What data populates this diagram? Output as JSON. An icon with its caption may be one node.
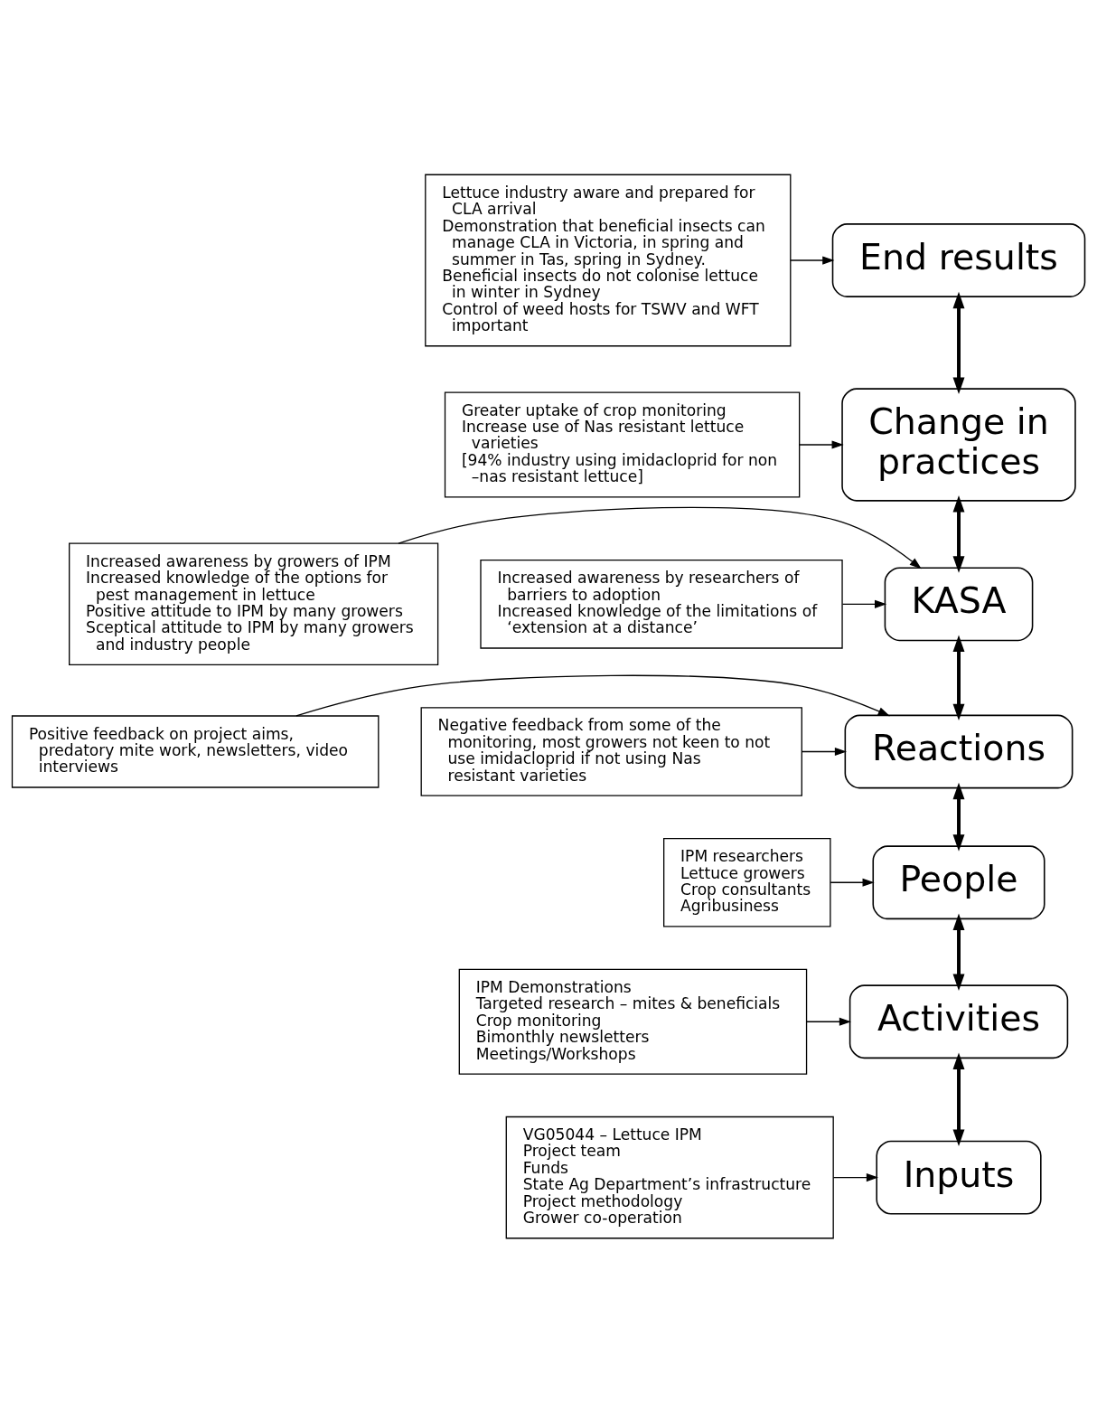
{
  "diagram": {
    "nodes": [
      {
        "text": [
          "Lettuce industry aware and prepared for CLA arrival",
          "Demonstration that beneficial insects can manage CLA in Victoria, in spring and summer in Tas, spring in Sydney.",
          "Beneficial insects do not colonise lettuce in winter in Sydney",
          "Control of weed hosts for TSWV and WFT important"
        ]
      },
      {
        "text": [
          "End results"
        ]
      },
      {
        "text": [
          "Greater uptake of crop monitoring",
          "Increase use of Nas resistant lettuce varieties",
          "[94% industry using imidacloprid for non –nas resistant lettuce]"
        ]
      },
      {
        "text": [
          "Change in practices"
        ]
      },
      {
        "text": [
          "Increased awareness by growers of IPM",
          "Increased knowledge of the options for pest management in lettuce",
          "Positive attitude to IPM by many growers",
          "Sceptical attitude to IPM by many growers and industry people"
        ]
      },
      {
        "text": [
          "Increased awareness by researchers of barriers to adoption",
          "Increased knowledge of the limitations of ‘extension at a distance’"
        ]
      },
      {
        "text": [
          "KASA"
        ]
      },
      {
        "text": [
          "Positive feedback on project aims, predatory mite work, newsletters, video interviews"
        ]
      },
      {
        "text": [
          "Reactions"
        ]
      },
      {
        "text": [
          "Negative feedback from some of the monitoring, most growers not keen to not use imidacloprid if not using Nas resistant varieties"
        ]
      },
      {
        "text": [
          "People"
        ]
      },
      {
        "text": [
          "IPM researchers",
          "Lettuce growers",
          "Crop consultants",
          "Agribusiness"
        ]
      },
      {
        "text": [
          "Activities"
        ]
      },
      {
        "text": [
          "IPM Demonstrations",
          "Targeted research – mites & beneficials",
          "Crop monitoring",
          "Bimonthly newsletters",
          "Meetings/Workshops"
        ]
      },
      {
        "text": [
          "Inputs"
        ]
      },
      {
        "text": [
          "VG05044 – Lettuce IPM",
          "Project team",
          "Funds",
          "State Ag Department’s infrastructure",
          "Project methodology",
          "Grower co-operation"
        ]
      }
    ],
    "edges": [
      {
        "from": 0,
        "to": 1,
        "arrow": "to"
      },
      {
        "from": 1,
        "to": 3,
        "arrow": "both",
        "style": "thick"
      },
      {
        "from": 2,
        "to": 3,
        "arrow": "to"
      },
      {
        "from": 3,
        "to": 6,
        "arrow": "both",
        "style": "thick"
      },
      {
        "from": 4,
        "to": 6,
        "arrow": "to"
      },
      {
        "from": 5,
        "to": 6,
        "arrow": "to"
      },
      {
        "from": 6,
        "to": 8,
        "arrow": "both",
        "style": "thick"
      },
      {
        "from": 7,
        "to": 8,
        "arrow": "to"
      },
      {
        "from": 9,
        "to": 8,
        "arrow": "to"
      },
      {
        "from": 8,
        "to": 10,
        "arrow": "both",
        "style": "thick"
      },
      {
        "from": 11,
        "to": 10,
        "arrow": "to"
      },
      {
        "from": 10,
        "to": 12,
        "arrow": "both",
        "style": "thick"
      },
      {
        "from": 13,
        "to": 12,
        "arrow": "to"
      },
      {
        "from": 12,
        "to": 14,
        "arrow": "both",
        "style": "thick"
      },
      {
        "from": 15,
        "to": 14,
        "arrow": "to"
      }
    ]
  }
}
